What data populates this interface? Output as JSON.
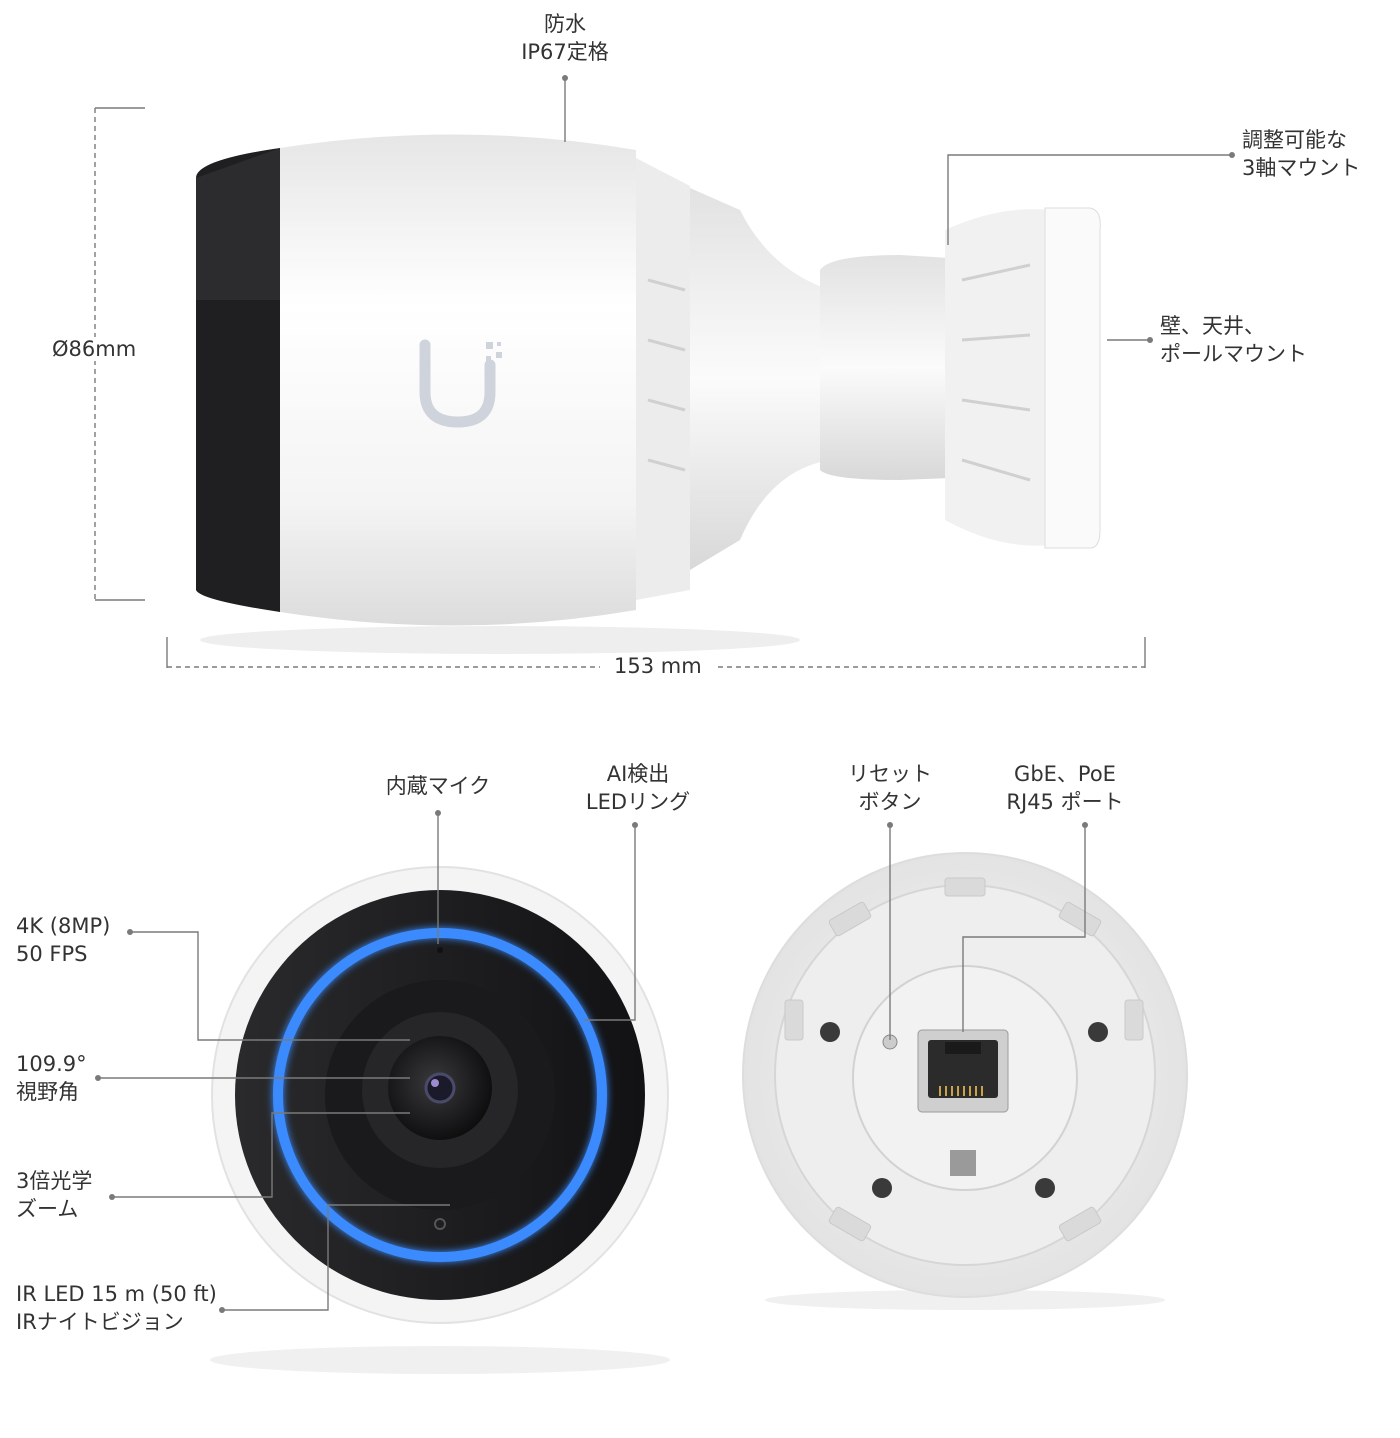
{
  "side_view": {
    "waterproof": {
      "line1": "防水",
      "line2": "IP67定格"
    },
    "mount": {
      "line1": "調整可能な",
      "line2": "3軸マウント"
    },
    "wall_mount": {
      "line1": "壁、天井、",
      "line2": "ポールマウント"
    },
    "diameter": "Ø86mm",
    "length": "153 mm"
  },
  "front_view": {
    "microphone": "内蔵マイク",
    "led_ring": {
      "line1": "AI検出",
      "line2": "LEDリング"
    },
    "resolution": {
      "line1": "4K (8MP)",
      "line2": "50 FPS"
    },
    "fov": {
      "line1": "109.9°",
      "line2": "視野角"
    },
    "zoom": {
      "line1": "3倍光学",
      "line2": "ズーム"
    },
    "ir": {
      "line1": "IR LED 15 m (50 ft)",
      "line2": "IRナイトビジョン"
    }
  },
  "back_view": {
    "reset": {
      "line1": "リセット",
      "line2": "ボタン"
    },
    "port": {
      "line1": "GbE、PoE",
      "line2": "RJ45 ポート"
    }
  },
  "logo": "Ui",
  "colors": {
    "camera_body": "#f2f2f2",
    "lens_housing": "#1e1e20",
    "led_ring": "#3a8bff",
    "leader_line": "#7a7a7a"
  }
}
